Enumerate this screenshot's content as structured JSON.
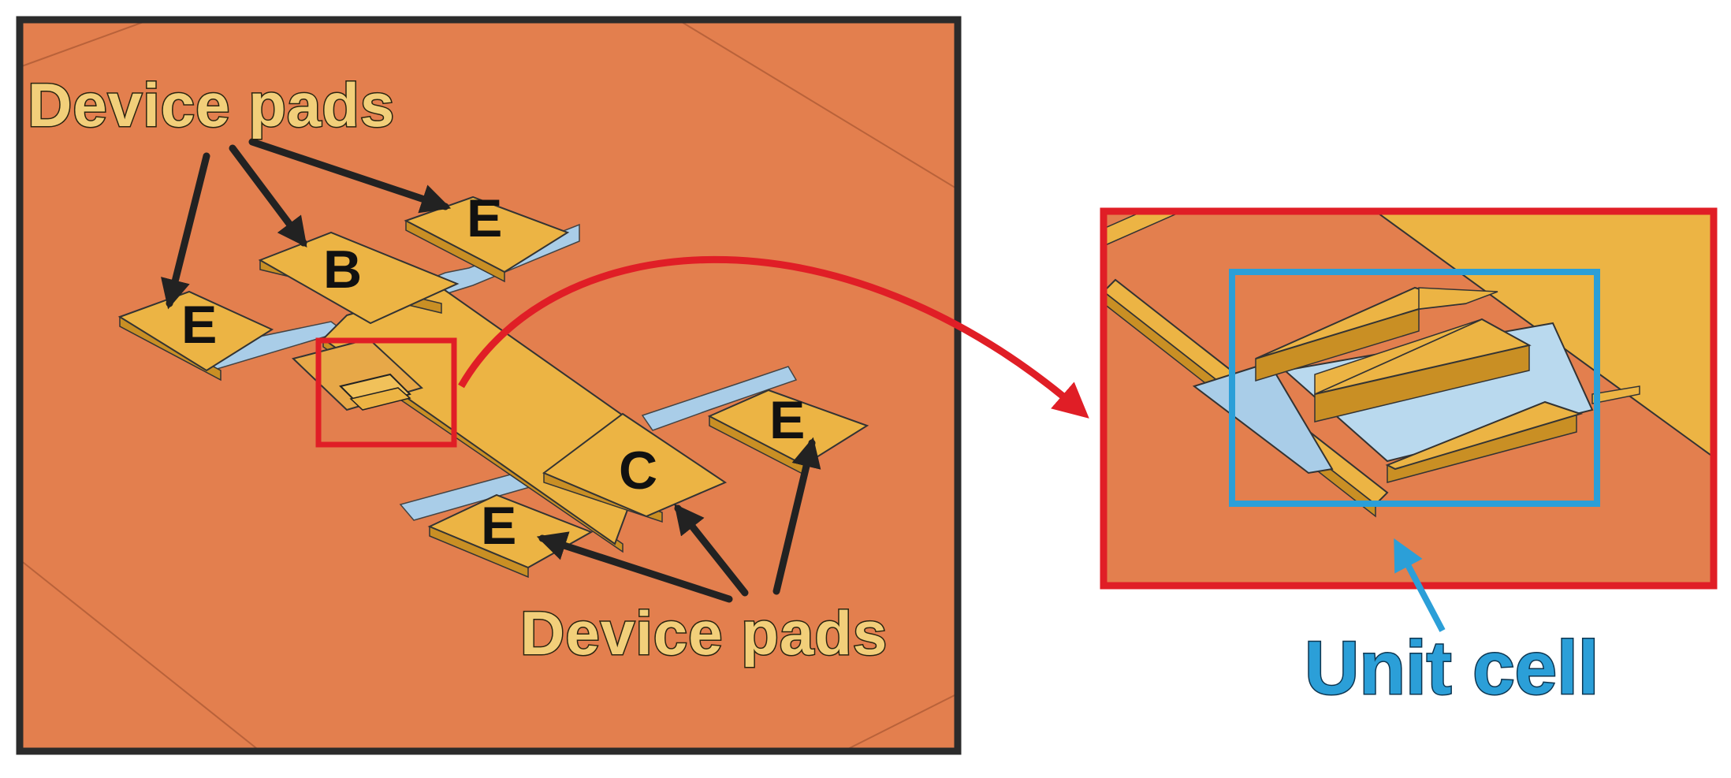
{
  "labels": {
    "device_pads_top": "Device pads",
    "device_pads_bottom": "Device pads",
    "unit_cell": "Unit cell"
  },
  "pads": {
    "e_top": "E",
    "b": "B",
    "e_left": "E",
    "e_right": "E",
    "c": "C",
    "e_bottom": "E"
  },
  "colors": {
    "substrate": "#e37f4e",
    "pad_gold": "#ecb444",
    "pad_gold_side": "#c98f24",
    "metal_trace_blue": "#a9cde8",
    "frame_dark": "#2b2b2b",
    "highlight_red": "#e01e26",
    "unit_cell_blue": "#2b9fd8",
    "arrow_dark": "#222222"
  }
}
